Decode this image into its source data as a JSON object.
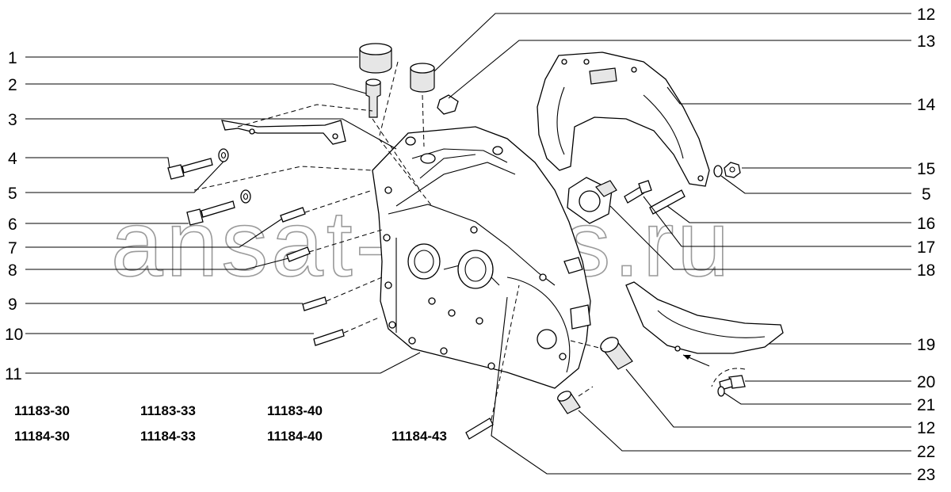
{
  "callouts_left": [
    "1",
    "2",
    "3",
    "4",
    "5",
    "6",
    "7",
    "8",
    "9",
    "10",
    "11"
  ],
  "callouts_right": [
    "12",
    "13",
    "14",
    "15",
    "5",
    "16",
    "17",
    "18",
    "19",
    "20",
    "21",
    "12",
    "22",
    "23"
  ],
  "model_codes": [
    "11183-30",
    "11183-33",
    "11183-40",
    "11184-30",
    "11184-33",
    "11184-40",
    "11184-43"
  ],
  "watermark": "ansat-parts.ru"
}
